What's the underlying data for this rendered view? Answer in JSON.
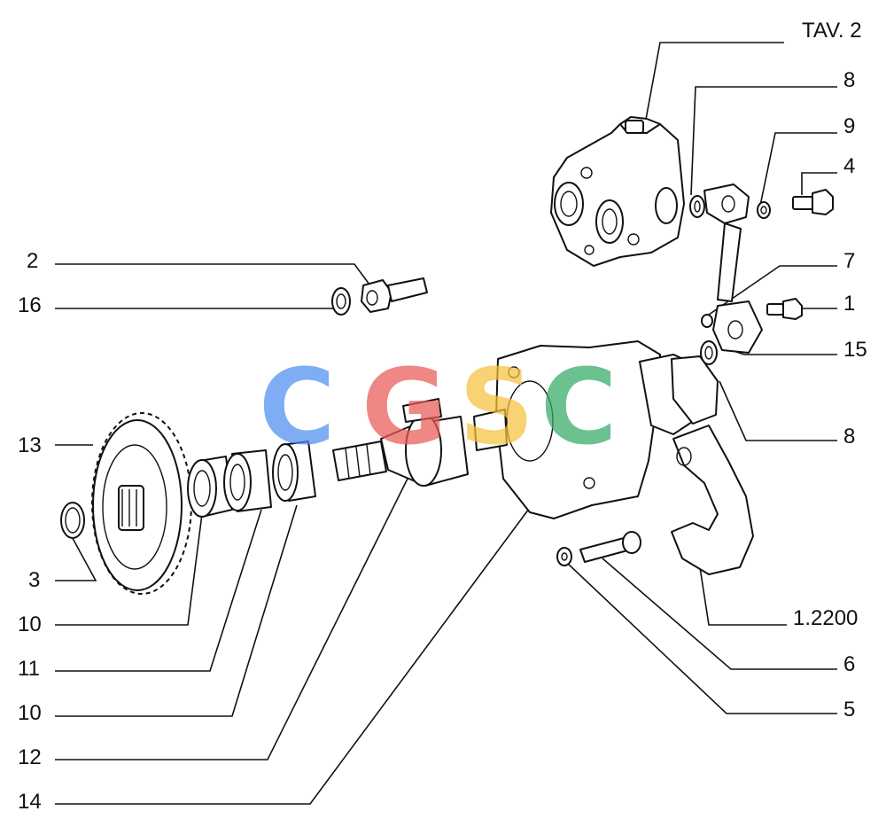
{
  "title": "TAV. 2",
  "callouts": {
    "c8a": "8",
    "c9": "9",
    "c4": "4",
    "c7": "7",
    "c1": "1",
    "c15": "15",
    "c8b": "8",
    "c2": "2",
    "c16": "16",
    "c13": "13",
    "c3": "3",
    "c10a": "10",
    "c11": "11",
    "c10b": "10",
    "c12": "12",
    "c14": "14",
    "c1_2200": "1.2200",
    "c6": "6",
    "c5": "5"
  },
  "watermark": {
    "letters": [
      "C",
      "G",
      "S",
      "C"
    ],
    "colors": [
      "#4f8ef0",
      "#ea5a55",
      "#f6c23e",
      "#33aa66"
    ]
  }
}
